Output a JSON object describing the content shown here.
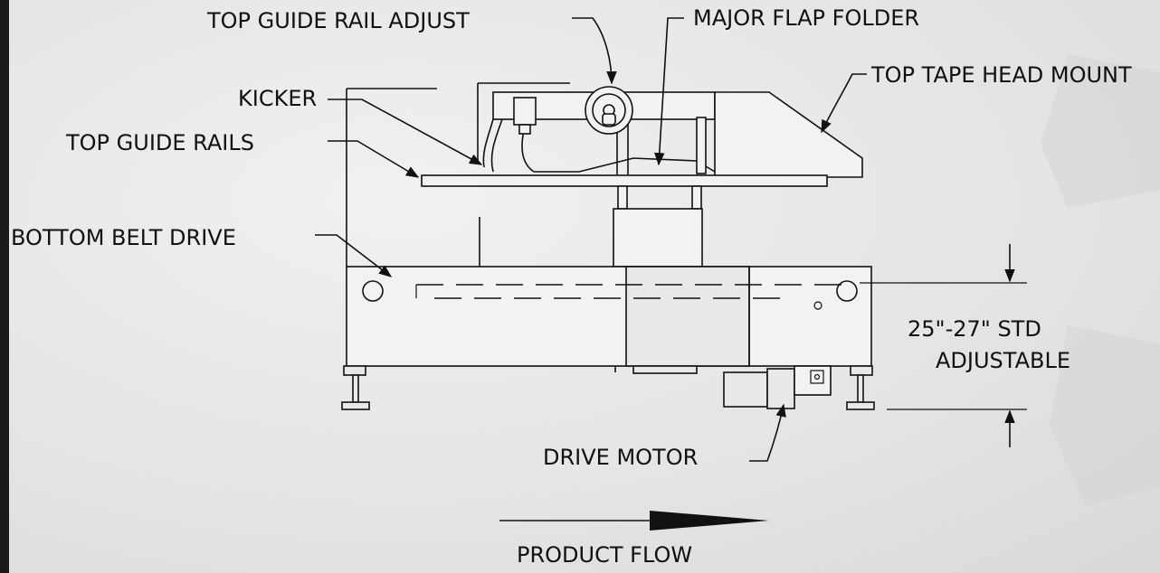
{
  "colors": {
    "background": "#e6e6e6",
    "line": "#111111",
    "accent_bar": "#1b1b1b"
  },
  "labels": {
    "top_guide_rail_adjust": "TOP GUIDE RAIL ADJUST",
    "major_flap_folder": "MAJOR FLAP FOLDER",
    "top_tape_head_mount": "TOP TAPE HEAD MOUNT",
    "kicker": "KICKER",
    "top_guide_rails": "TOP GUIDE RAILS",
    "bottom_belt_drive": "BOTTOM BELT DRIVE",
    "height_range": "25\"-27\" STD",
    "adjustable": "ADJUSTABLE",
    "drive_motor": "DRIVE MOTOR",
    "product_flow": "PRODUCT FLOW"
  }
}
